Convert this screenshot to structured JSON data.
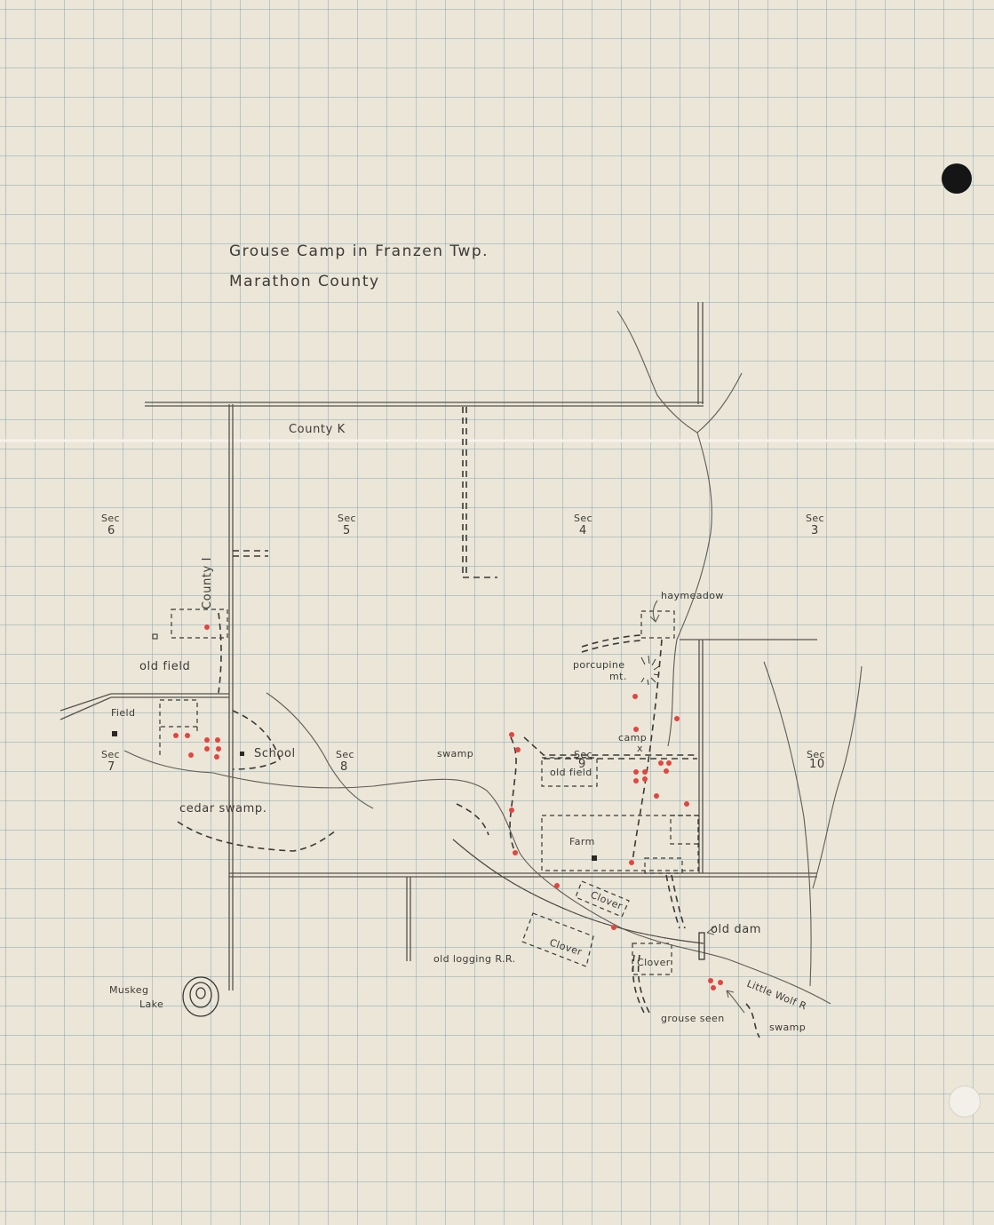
{
  "title": {
    "line1": "Grouse Camp in Franzen Twp.",
    "line2": "Marathon County"
  },
  "roads": {
    "county_k": "County K",
    "county_i": "County I"
  },
  "sections": [
    {
      "label": "Sec",
      "num": "6"
    },
    {
      "label": "Sec",
      "num": "5"
    },
    {
      "label": "Sec",
      "num": "4"
    },
    {
      "label": "Sec",
      "num": "3"
    },
    {
      "label": "Sec",
      "num": "7"
    },
    {
      "label": "Sec",
      "num": "8"
    },
    {
      "label": "Sec",
      "num": "9"
    },
    {
      "label": "Sec",
      "num": "10"
    }
  ],
  "labels": {
    "haymeadow": "haymeadow",
    "porcupine_1": "porcupine",
    "porcupine_2": "mt.",
    "old_field_west": "old field",
    "field": "Field",
    "school": "School",
    "swamp_center": "swamp",
    "camp": "camp",
    "camp_mark": "x",
    "old_field_east": "old field",
    "cedar_swamp": "cedar swamp.",
    "farm": "Farm",
    "clover_1": "Clover",
    "clover_2": "Clover",
    "clover_3": "Clover",
    "old_dam": "old dam",
    "old_logging_rr": "old logging R.R.",
    "little_wolf": "Little Wolf R",
    "muskeg_1": "Muskeg",
    "muskeg_2": "Lake",
    "grouse_seen": "grouse seen",
    "swamp_se": "swamp"
  },
  "colors": {
    "grouse_dot": "#e2453f",
    "pencil": "#3c3b36",
    "grid": "#78a0af"
  }
}
